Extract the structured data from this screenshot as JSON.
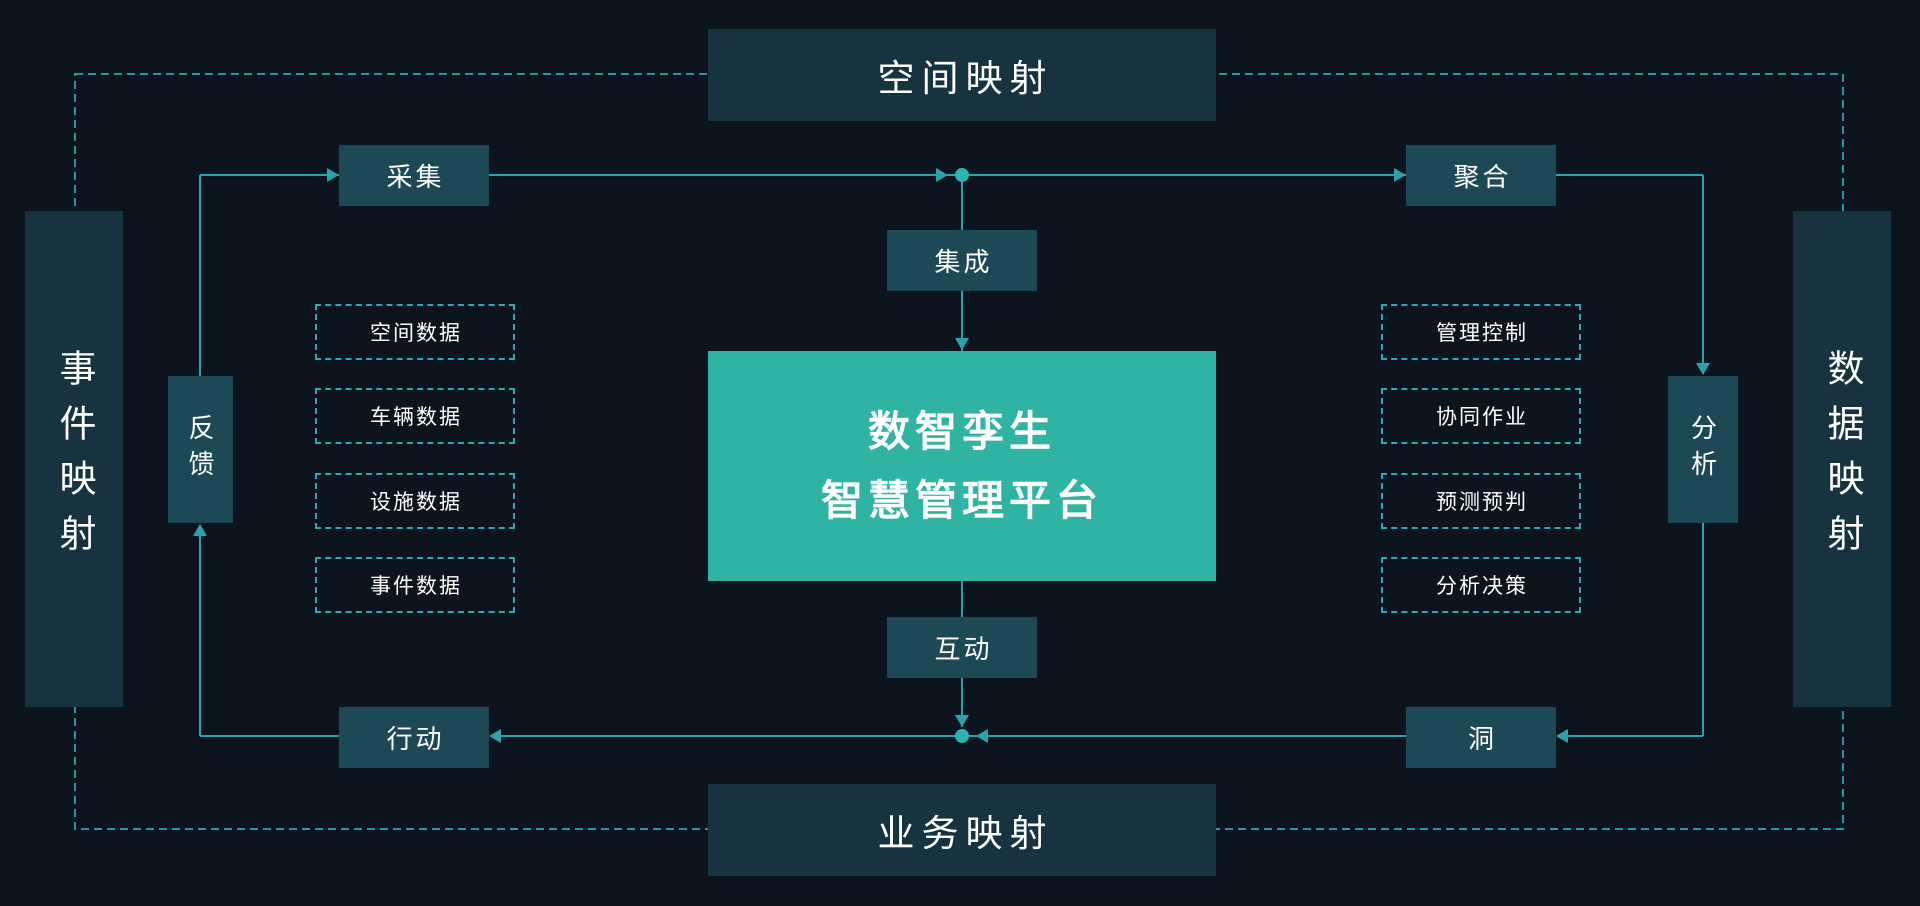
{
  "outer_ring": {
    "top": "空间映射",
    "bottom": "业务映射",
    "left": "事件映射",
    "right": "数据映射"
  },
  "center": {
    "line1": "数智孪生",
    "line2": "智慧管理平台"
  },
  "nodes": {
    "collect": "采集",
    "aggregate": "聚合",
    "integrate": "集成",
    "interact": "互动",
    "action": "行动",
    "insight": "洞",
    "feedback": "反馈",
    "analyze": "分析"
  },
  "left_items": [
    "空间数据",
    "车辆数据",
    "设施数据",
    "事件数据"
  ],
  "right_items": [
    "管理控制",
    "协同作业",
    "预测预判",
    "分析决策"
  ],
  "colors": {
    "background": "#0c151e",
    "map_box": "#16333f",
    "node_box": "#1d4956",
    "center_box": "#2fb3a3",
    "line": "#2aa3ad",
    "text": "#ffffff"
  }
}
